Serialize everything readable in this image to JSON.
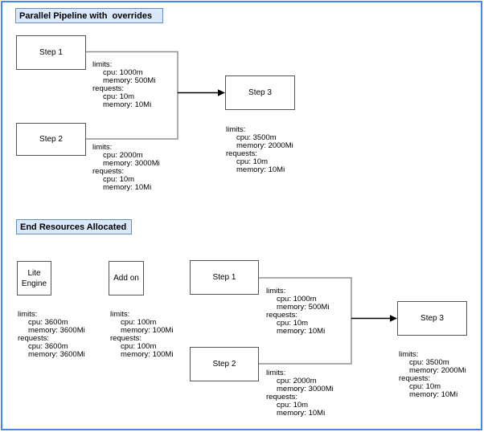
{
  "colors": {
    "frame_border": "#4285f4",
    "title_fill": "#dae8fc",
    "title_border": "#6c8ebf",
    "node_border": "#565656",
    "connector": "#8f8f8f",
    "arrow": "#000000"
  },
  "top_section": {
    "title": "Parallel Pipeline with  overrides",
    "nodes": {
      "step1": {
        "label": "Step 1"
      },
      "step2": {
        "label": "Step 2"
      },
      "step3": {
        "label": "Step 3"
      }
    },
    "resources": {
      "step1": {
        "lines": [
          {
            "t": "limits:",
            "ind": 0
          },
          {
            "t": "cpu: 1000m",
            "ind": 1
          },
          {
            "t": "memory: 500Mi",
            "ind": 1
          },
          {
            "t": "requests:",
            "ind": 0
          },
          {
            "t": "cpu: 10m",
            "ind": 1
          },
          {
            "t": "memory: 10Mi",
            "ind": 1
          }
        ]
      },
      "step2": {
        "lines": [
          {
            "t": "limits:",
            "ind": 0
          },
          {
            "t": "cpu: 2000m",
            "ind": 1
          },
          {
            "t": "memory: 3000Mi",
            "ind": 1
          },
          {
            "t": "requests:",
            "ind": 0
          },
          {
            "t": "cpu: 10m",
            "ind": 1
          },
          {
            "t": "memory: 10Mi",
            "ind": 1
          }
        ]
      },
      "step3": {
        "lines": [
          {
            "t": "limits:",
            "ind": 0
          },
          {
            "t": "cpu: 3500m",
            "ind": 1
          },
          {
            "t": "memory: 2000Mi",
            "ind": 1
          },
          {
            "t": "requests:",
            "ind": 0
          },
          {
            "t": "cpu: 10m",
            "ind": 1
          },
          {
            "t": "memory: 10Mi",
            "ind": 1
          }
        ]
      }
    }
  },
  "bottom_section": {
    "title": "End Resources Allocated",
    "nodes": {
      "lite_engine": {
        "label": "Lite Engine"
      },
      "add_on": {
        "label": "Add on"
      },
      "step1": {
        "label": "Step 1"
      },
      "step2": {
        "label": "Step 2"
      },
      "step3": {
        "label": "Step 3"
      }
    },
    "resources": {
      "lite_engine": {
        "lines": [
          {
            "t": "limits:",
            "ind": 0
          },
          {
            "t": "cpu: 3600m",
            "ind": 1
          },
          {
            "t": "memory: 3600Mi",
            "ind": 1
          },
          {
            "t": "requests:",
            "ind": 0
          },
          {
            "t": "cpu: 3600m",
            "ind": 1
          },
          {
            "t": "memory: 3600Mi",
            "ind": 1
          }
        ]
      },
      "add_on": {
        "lines": [
          {
            "t": "limits:",
            "ind": 0
          },
          {
            "t": "cpu: 100m",
            "ind": 1
          },
          {
            "t": "memory: 100Mi",
            "ind": 1
          },
          {
            "t": "requests:",
            "ind": 0
          },
          {
            "t": "cpu: 100m",
            "ind": 1
          },
          {
            "t": "memory: 100Mi",
            "ind": 1
          }
        ]
      },
      "step1": {
        "lines": [
          {
            "t": "limits:",
            "ind": 0
          },
          {
            "t": "cpu: 1000m",
            "ind": 1
          },
          {
            "t": "memory: 500Mi",
            "ind": 1
          },
          {
            "t": "requests:",
            "ind": 0
          },
          {
            "t": "cpu: 10m",
            "ind": 1
          },
          {
            "t": "memory: 10Mi",
            "ind": 1
          }
        ]
      },
      "step2": {
        "lines": [
          {
            "t": "limits:",
            "ind": 0
          },
          {
            "t": "cpu: 2000m",
            "ind": 1
          },
          {
            "t": "memory: 3000Mi",
            "ind": 1
          },
          {
            "t": "requests:",
            "ind": 0
          },
          {
            "t": "cpu: 10m",
            "ind": 1
          },
          {
            "t": "memory: 10Mi",
            "ind": 1
          }
        ]
      },
      "step3": {
        "lines": [
          {
            "t": "limits:",
            "ind": 0
          },
          {
            "t": "cpu: 3500m",
            "ind": 1
          },
          {
            "t": "memory: 2000Mi",
            "ind": 1
          },
          {
            "t": "requests:",
            "ind": 0
          },
          {
            "t": "cpu: 10m",
            "ind": 1
          },
          {
            "t": "memory: 10Mi",
            "ind": 1
          }
        ]
      }
    }
  }
}
